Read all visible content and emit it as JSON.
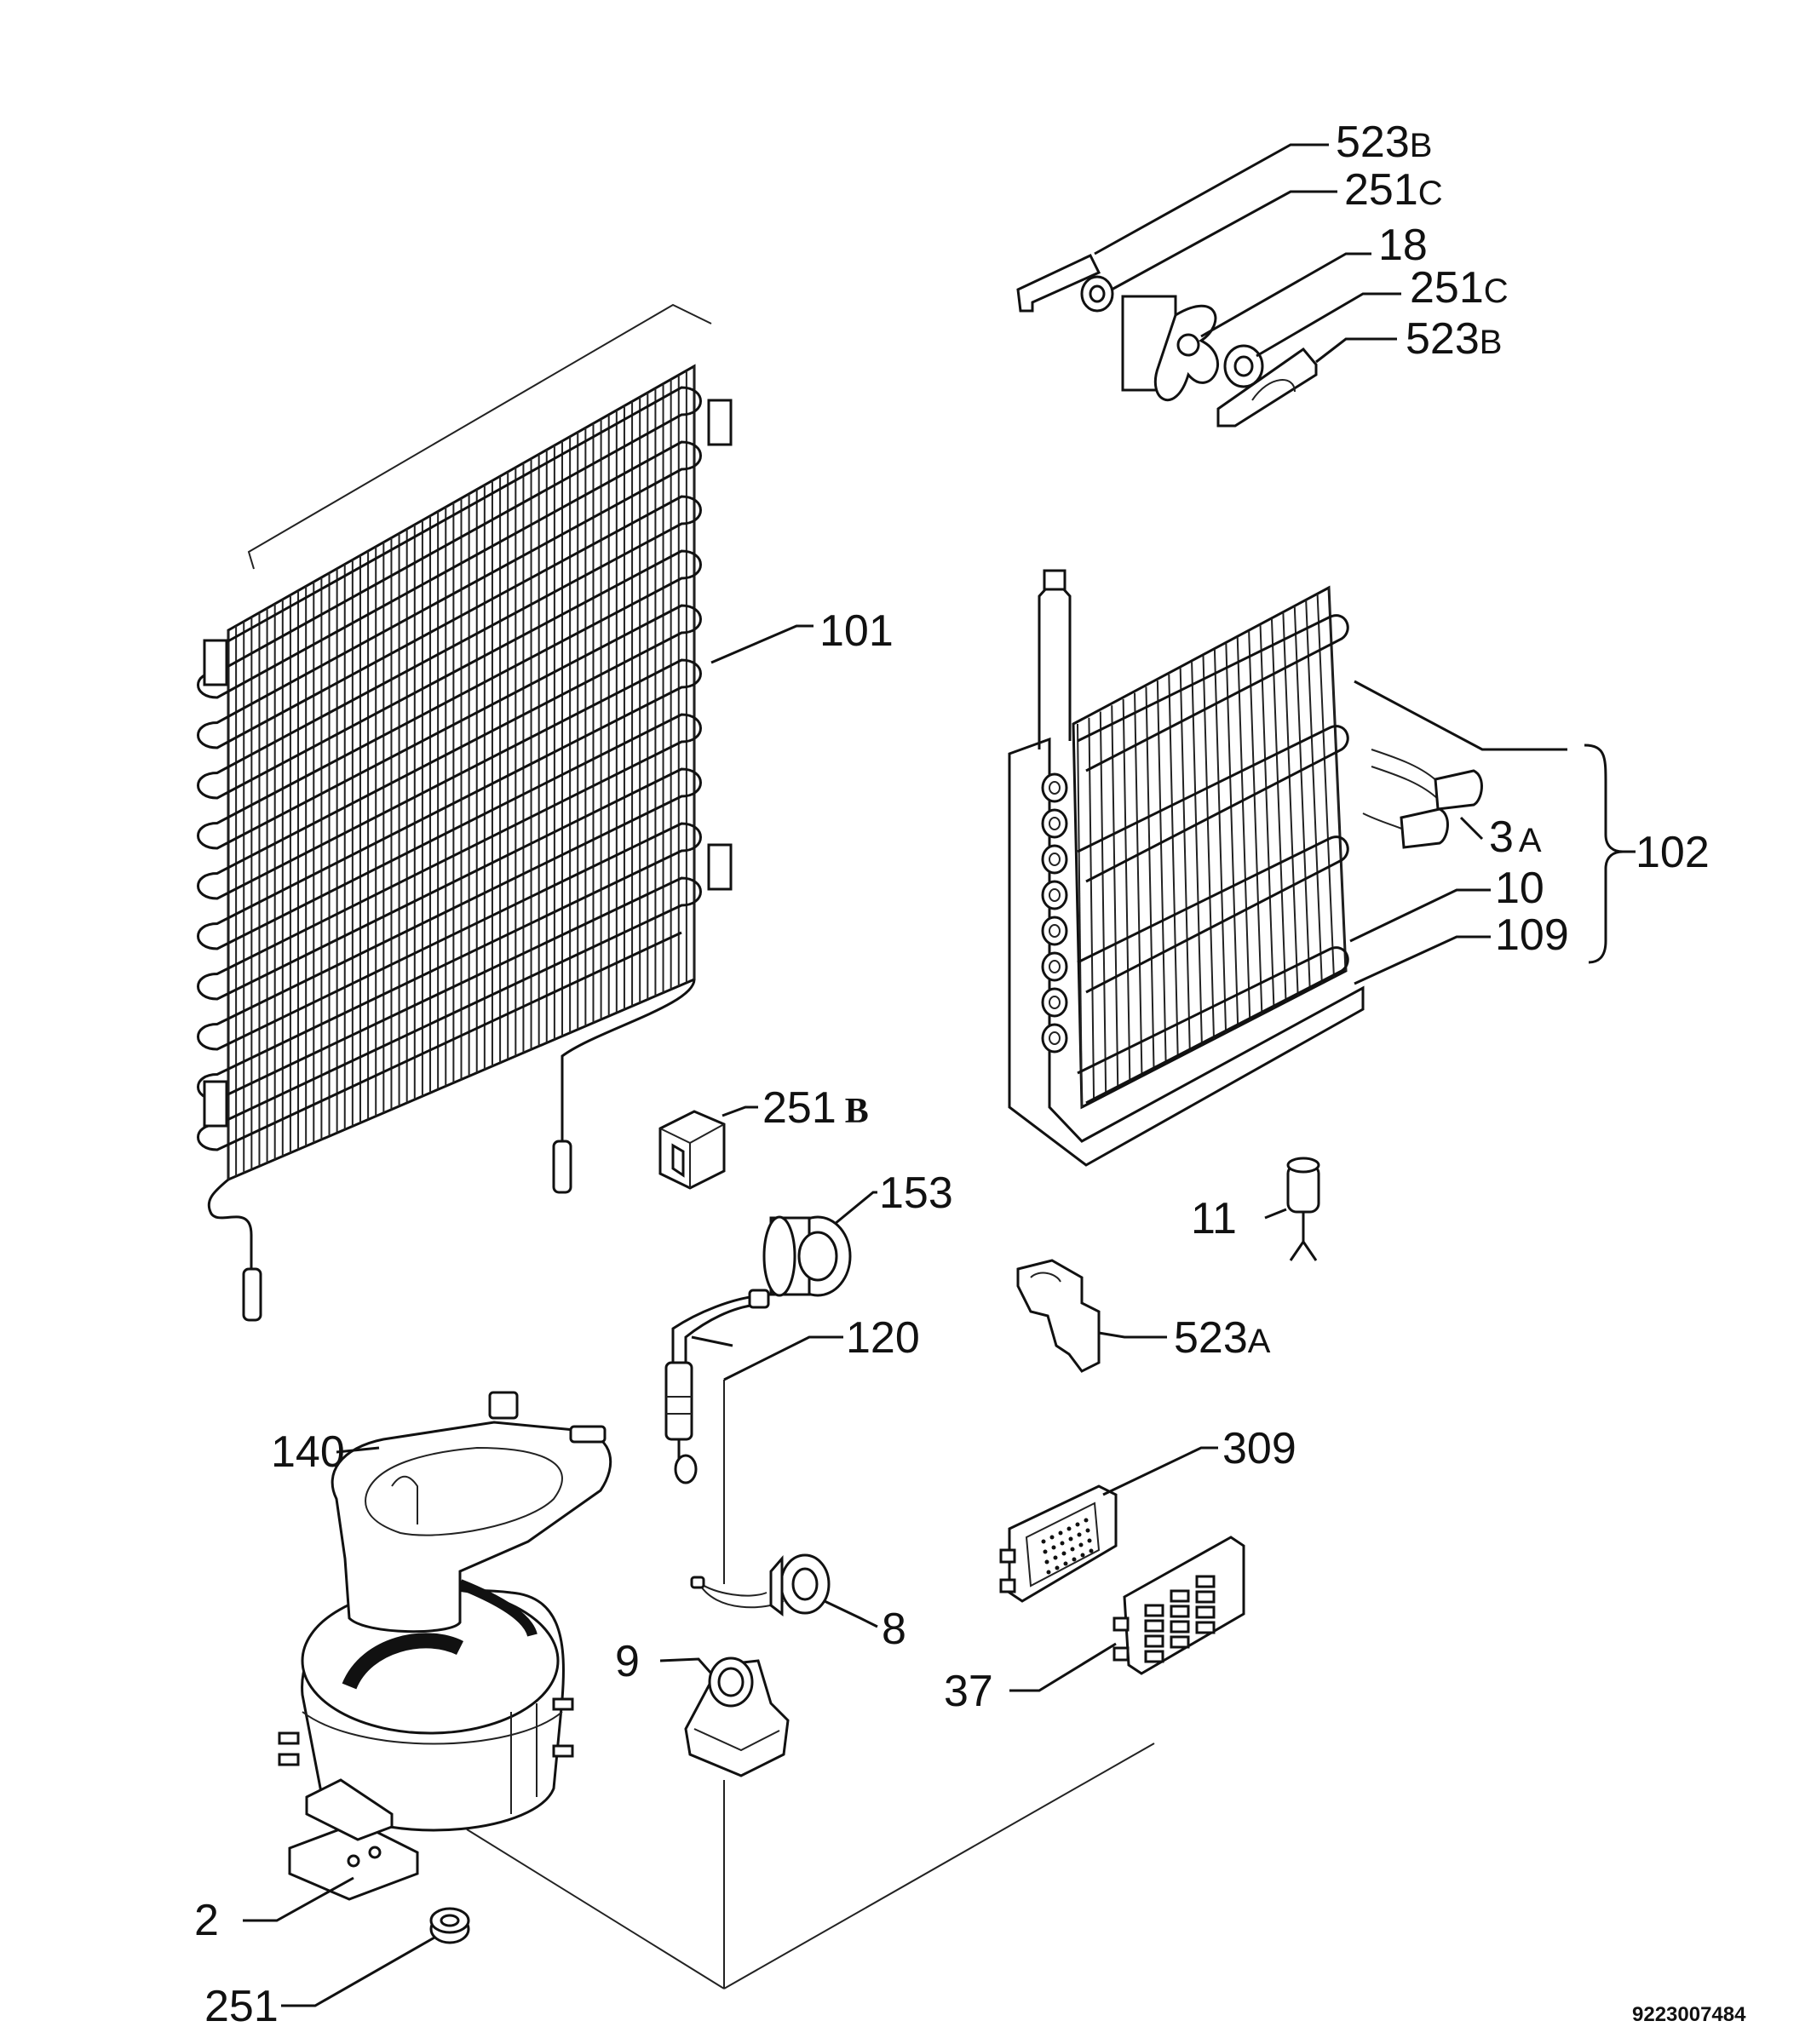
{
  "labels": {
    "l523b_top": {
      "num": "523",
      "suf": "B"
    },
    "l251c_top": {
      "num": "251",
      "suf": "C"
    },
    "l18": {
      "num": "18"
    },
    "l251c_mid": {
      "num": "251",
      "suf": "C"
    },
    "l523b_mid": {
      "num": "523",
      "suf": "B"
    },
    "l101": {
      "num": "101"
    },
    "l102": {
      "num": "102"
    },
    "l3a": {
      "num": "3",
      "suf": "A"
    },
    "l10": {
      "num": "10"
    },
    "l109": {
      "num": "109"
    },
    "l251b": {
      "num": "251",
      "suf": "B"
    },
    "l153": {
      "num": "153"
    },
    "l11": {
      "num": "11"
    },
    "l120": {
      "num": "120"
    },
    "l523a": {
      "num": "523",
      "suf": "A"
    },
    "l140": {
      "num": "140"
    },
    "l309": {
      "num": "309"
    },
    "l9": {
      "num": "9"
    },
    "l8": {
      "num": "8"
    },
    "l37": {
      "num": "37"
    },
    "l2": {
      "num": "2"
    },
    "l251": {
      "num": "251"
    }
  },
  "catalog_number": "9223007484"
}
